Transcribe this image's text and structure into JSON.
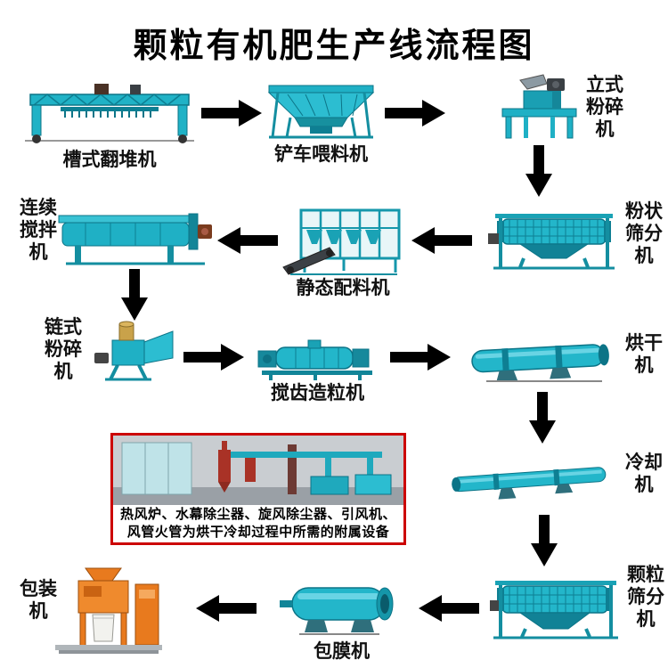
{
  "title": "颗粒有机肥生产线流程图",
  "machines": {
    "trough_turner": "槽式翻堆机",
    "loader_feeder": "铲车喂料机",
    "vertical_crusher": "立式粉碎机",
    "powder_screener": "粉状筛分机",
    "static_batcher": "静态配料机",
    "continuous_mixer": "连续搅拌机",
    "chain_crusher": "链式粉碎机",
    "stirring_granulator": "搅齿造粒机",
    "dryer": "烘干机",
    "cooler": "冷却机",
    "granule_screener": "颗粒筛分机",
    "coating_machine": "包膜机",
    "packing_machine": "包装机"
  },
  "auxiliary_note": {
    "line1": "热风炉、水幕除尘器、旋风除尘器、引风机、",
    "line2": "风管火管为烘干冷却过程中所需的附属设备"
  },
  "flow_order": [
    "trough_turner",
    "loader_feeder",
    "vertical_crusher",
    "powder_screener",
    "static_batcher",
    "continuous_mixer",
    "chain_crusher",
    "stirring_granulator",
    "dryer",
    "cooler",
    "granule_screener",
    "coating_machine",
    "packing_machine"
  ],
  "colors": {
    "machine_teal": "#1fb0c5",
    "machine_teal_dark": "#0c7487",
    "packer_orange": "#e87a1e",
    "arrow_black": "#000000",
    "note_border_red": "#cc0000"
  }
}
